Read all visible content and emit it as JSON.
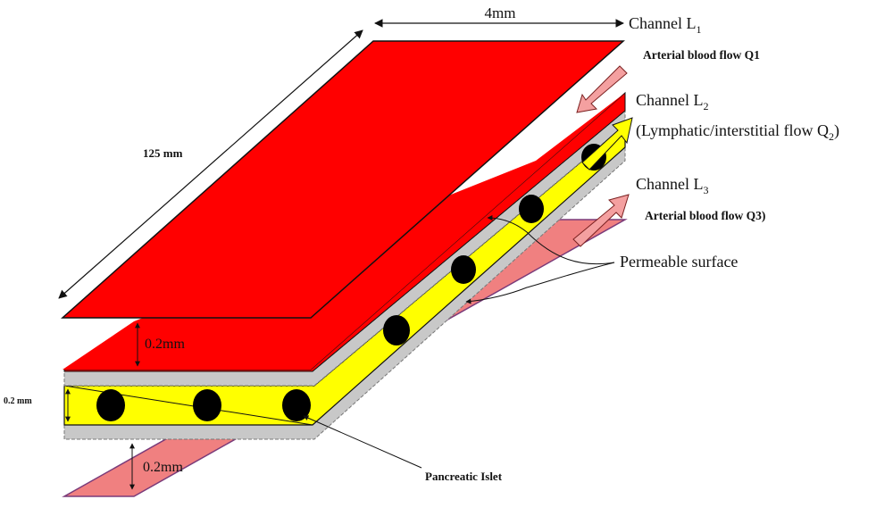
{
  "colors": {
    "arterial": "#ff0000",
    "lymphatic": "#ffff00",
    "bottom_layer": "#f08080",
    "membrane": "#c8c8c8",
    "islet": "#000000",
    "arrow_pink": "#f4a0a0"
  },
  "labels": {
    "width_dim": "4mm",
    "length_dim": "125 mm",
    "channel_l1": "Channel L",
    "channel_l1_sub": "1",
    "arterial_q1": "Arterial blood flow Q1",
    "channel_l2": "Channel L",
    "channel_l2_sub": "2",
    "lymph_flow_a": "(Lymphatic/interstitial flow Q",
    "lymph_flow_sub": "2",
    "lymph_flow_b": ")",
    "channel_l3": "Channel L",
    "channel_l3_sub": "3",
    "arterial_q3": "Arterial blood flow Q3)",
    "permeable": "Permeable surface",
    "gap_top": "0.2mm",
    "gap_left": "0.2 mm",
    "gap_bottom": "0.2mm",
    "islet": "Pancreatic Islet"
  },
  "islet_count": 7
}
